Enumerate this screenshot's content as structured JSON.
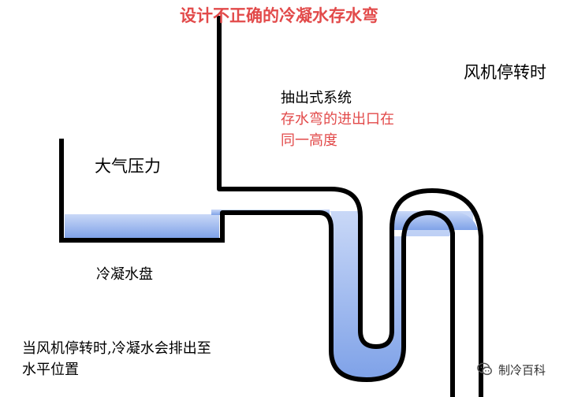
{
  "title": "设计不正确的冷凝水存水弯",
  "state_label": "风机停转时",
  "system_label": "抽出式系统",
  "system_note_line1": "存水弯的进出口在",
  "system_note_line2": "同一高度",
  "atm_pressure_label": "大气压力",
  "drain_pan_label": "冷凝水盘",
  "result_line1": "当风机停转时,冷凝水会排出至",
  "result_line2": "水平位置",
  "watermark_text": "制冷百科",
  "colors": {
    "title": "#e24a4a",
    "note": "#e24a4a",
    "pipe": "#000000",
    "water": "#8fb0ee"
  },
  "icons": {
    "watermark": "wechat-icon"
  }
}
